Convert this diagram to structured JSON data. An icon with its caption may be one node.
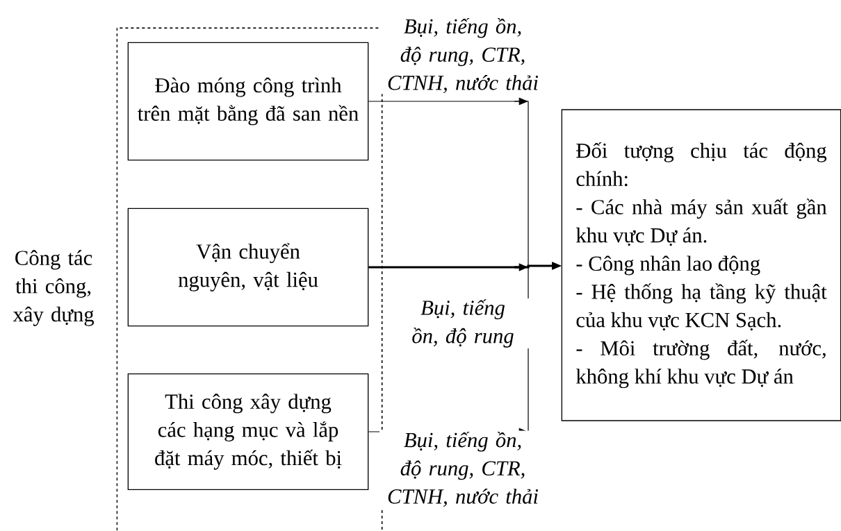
{
  "diagram": {
    "nodes": [
      {
        "text": [
          "Công tác thi công, xây dựng"
        ]
      },
      {
        "text": [
          "Đào móng công trình trên mặt bằng đã san nền"
        ],
        "in": 0
      },
      {
        "text": [
          "Vận chuyển nguyên, vật liệu"
        ],
        "in": 0
      },
      {
        "text": [
          "Thi công xây dựng các hạng mục và lắp đặt máy móc, thiết bị"
        ],
        "in": 0
      },
      {
        "text": [
          "Đối tượng chịu tác động chính:",
          "- Các nhà máy sản xuất gần khu vực Dự án.",
          "- Công nhân lao động",
          "- Hệ thống hạ tầng kỹ thuật của khu vực KCN Sạch.",
          "- Môi trường đất, nước, không khí khu vực Dự án"
        ]
      }
    ],
    "edges": [
      {
        "from": 1,
        "to": 4,
        "arrow": "to",
        "label": "Bụi, tiếng ồn, độ rung, CTR, CTNH, nước thải"
      },
      {
        "from": 2,
        "to": 4,
        "arrow": "to",
        "label": "Bụi, tiếng ồn, độ rung",
        "style": "thick"
      },
      {
        "from": 3,
        "to": 4,
        "arrow": "to",
        "label": "Bụi, tiếng ồn, độ rung, CTR, CTNH, nước thải"
      }
    ]
  }
}
